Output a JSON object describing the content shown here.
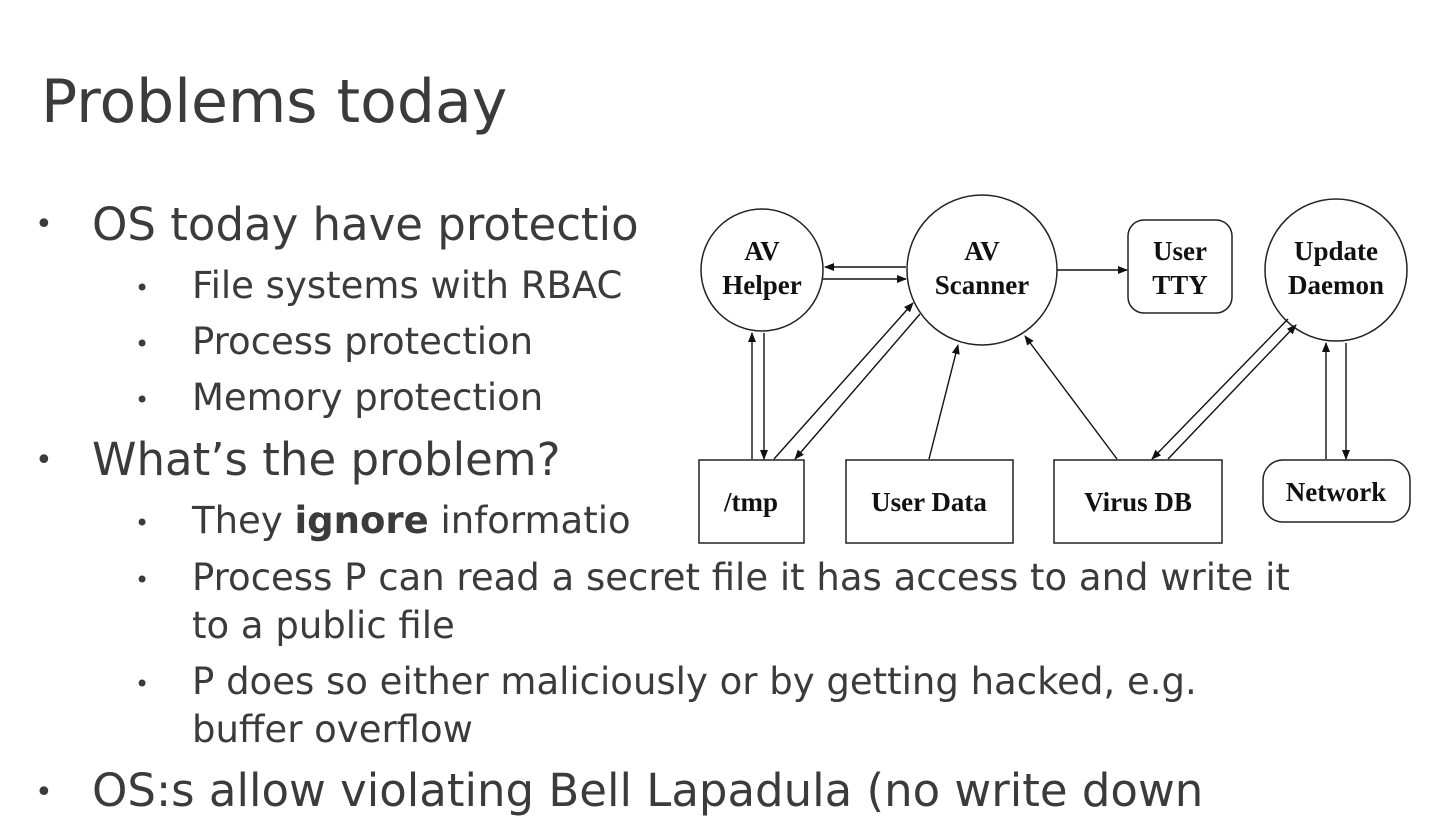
{
  "slide": {
    "title": "Problems today",
    "bullets": [
      "OS today have protectio",
      "File systems with RBAC",
      "Process protection",
      "Memory protection",
      "What’s the problem?",
      "They",
      "ignore",
      " informatio",
      "Process P can read a secret file it has access to and write it",
      "to a public file",
      "P does so either maliciously or by getting hacked, e.g.",
      "buffer overflow",
      "OS:s allow violating Bell Lapadula (no write down"
    ]
  },
  "diagram": {
    "nodes": {
      "av_helper": [
        "AV",
        "Helper"
      ],
      "av_scanner": [
        "AV",
        "Scanner"
      ],
      "user_tty": [
        "User",
        "TTY"
      ],
      "update_daemon": [
        "Update",
        "Daemon"
      ],
      "tmp": "/tmp",
      "user_data": "User Data",
      "virus_db": "Virus DB",
      "network": "Network"
    }
  }
}
